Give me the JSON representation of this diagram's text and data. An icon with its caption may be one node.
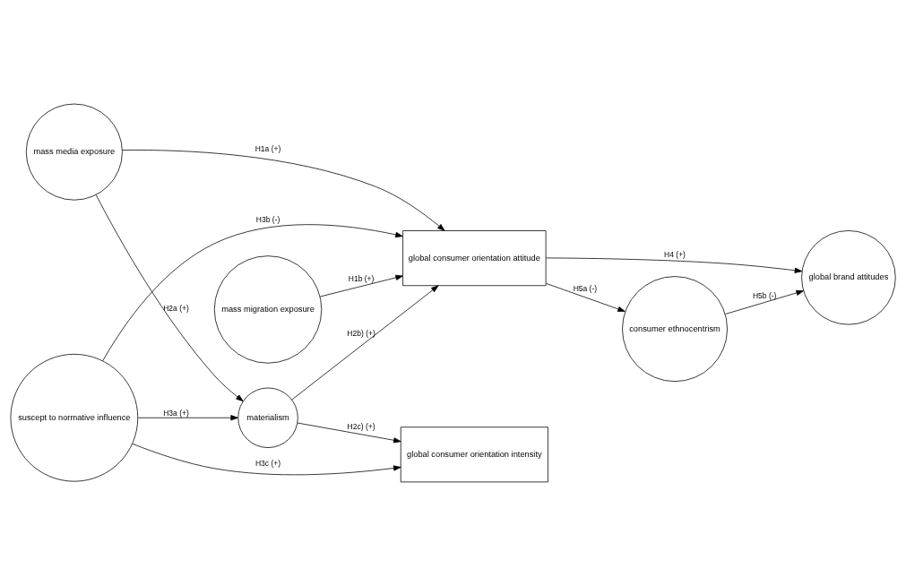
{
  "diagram": {
    "nodes": [
      {
        "text": [
          "mass media exposure"
        ]
      },
      {
        "text": [
          "mass migration exposure"
        ]
      },
      {
        "text": [
          "suscept to normative influence"
        ]
      },
      {
        "text": [
          "materialism"
        ]
      },
      {
        "text": [
          "global consumer orientation attitude"
        ]
      },
      {
        "text": [
          "global consumer orientation intensity"
        ]
      },
      {
        "text": [
          "consumer ethnocentrism"
        ]
      },
      {
        "text": [
          "global brand attitudes"
        ]
      }
    ],
    "edges": [
      {
        "from": 0,
        "to": 4,
        "arrow": "to",
        "label": "H1a (+)"
      },
      {
        "from": 1,
        "to": 4,
        "arrow": "to",
        "label": "H1b (+)"
      },
      {
        "from": 0,
        "to": 3,
        "arrow": "to",
        "label": "H2a (+)"
      },
      {
        "from": 2,
        "to": 4,
        "arrow": "to",
        "label": "H3b (-)"
      },
      {
        "from": 3,
        "to": 4,
        "arrow": "to",
        "label": "H2b) (+)"
      },
      {
        "from": 2,
        "to": 5,
        "arrow": "to",
        "label": "H3c (+)"
      },
      {
        "from": 3,
        "to": 5,
        "arrow": "to",
        "label": "H2c) (+)"
      },
      {
        "from": 2,
        "to": 3,
        "arrow": "to",
        "label": "H3a (+)"
      },
      {
        "from": 4,
        "to": 6,
        "arrow": "to",
        "label": "H5a (-)"
      },
      {
        "from": 4,
        "to": 7,
        "arrow": "to",
        "label": "H4 (+)"
      },
      {
        "from": 6,
        "to": 7,
        "arrow": "to",
        "label": "H5b (-)"
      }
    ]
  }
}
